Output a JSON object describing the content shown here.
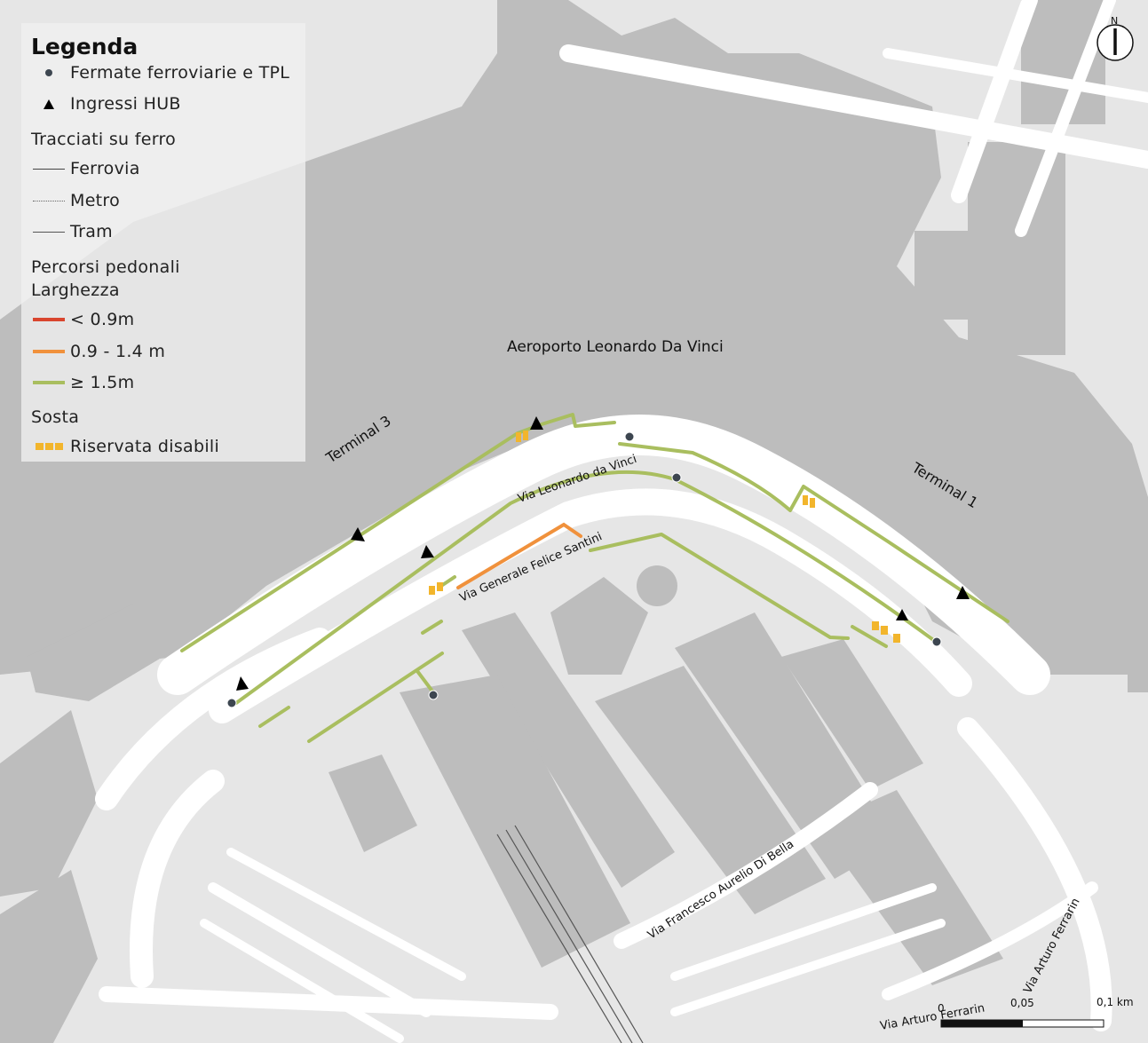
{
  "legend": {
    "title": "Legenda",
    "stops": "Fermate ferroviarie e TPL",
    "hub_entrances": "Ingressi HUB",
    "rail_heading": "Tracciati su ferro",
    "rail": "Ferrovia",
    "metro": "Metro",
    "tram": "Tram",
    "paths_heading": "Percorsi pedonali",
    "width_heading": "Larghezza",
    "width_narrow": "< 0.9m",
    "width_medium": "0.9 - 1.4 m",
    "width_wide": "≥ 1.5m",
    "parking_heading": "Sosta",
    "parking_disabled": "Riservata disabili"
  },
  "labels": {
    "airport": "Aeroporto Leonardo Da Vinci",
    "terminal3": "Terminal 3",
    "terminal1": "Terminal 1",
    "via_leonardo": "Via Leonardo da Vinci",
    "via_santini": "Via Generale Felice Santini",
    "via_di_bella": "Via Francesco Aurelio Di Bella",
    "via_ferrarin_1": "Via Arturo Ferrarin",
    "via_ferrarin_2": "Via Arturo Ferrarin"
  },
  "north_arrow": {
    "label": "N",
    "icon": "north-arrow-icon"
  },
  "scale_bar": {
    "labels": [
      "0",
      "0,05",
      "0,1 km"
    ]
  },
  "colors": {
    "background": "#e6e6e6",
    "building": "#bdbdbd",
    "road": "#ffffff",
    "path_narrow": "#d9452e",
    "path_medium": "#f0913c",
    "path_wide": "#a9be5f",
    "parking": "#f2b52c",
    "stop": "#3d4650"
  }
}
